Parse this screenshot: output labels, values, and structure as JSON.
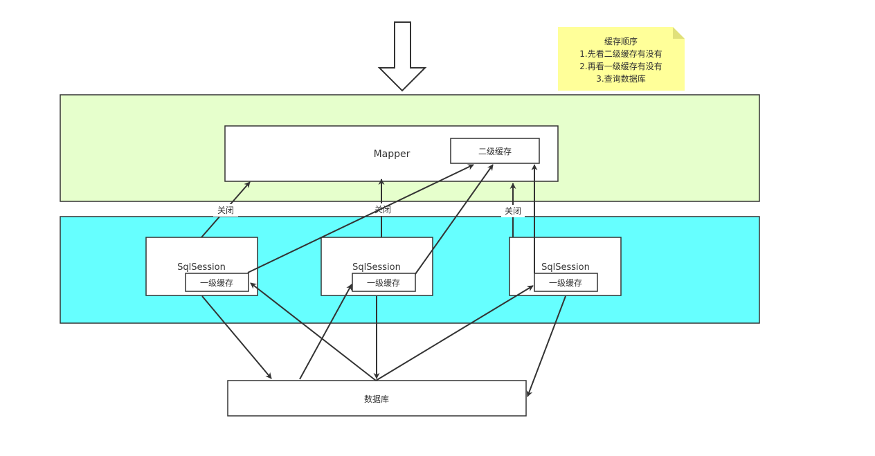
{
  "note": {
    "title": "缓存顺序",
    "line1": "1.先看二级缓存有没有",
    "line2": "2.再看一级缓存有没有",
    "line3": "3.查询数据库"
  },
  "mapper": {
    "label": "Mapper",
    "second_cache_label": "二级缓存"
  },
  "sessions": [
    {
      "label": "SqlSession",
      "first_cache_label": "一级缓存",
      "close_label": "关闭"
    },
    {
      "label": "SqlSession",
      "first_cache_label": "一级缓存",
      "close_label": "关闭"
    },
    {
      "label": "SqlSession",
      "first_cache_label": "一级缓存",
      "close_label": "关闭"
    }
  ],
  "database": {
    "label": "数据库"
  },
  "colors": {
    "mapper_layer_fill": "#e6ffcc",
    "session_layer_fill": "#66ffff",
    "note_fill": "#ffff99",
    "stroke": "#333333"
  }
}
